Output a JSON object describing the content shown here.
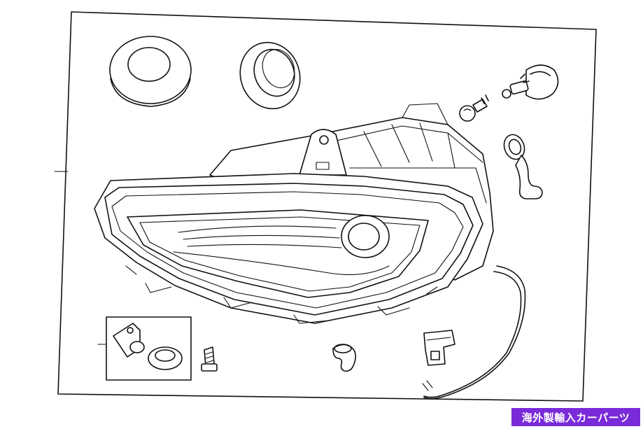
{
  "watermark": {
    "text": "海外製輸入カーパーツ",
    "background": "#7a2bd9",
    "color": "#ffffff"
  },
  "diagram": {
    "line_color": "#111111",
    "background": "#ffffff",
    "parts": [
      "gasket-ring",
      "dust-cap",
      "marker-bulb",
      "xenon-bulb",
      "bulb-socket-connector",
      "headlamp-assembly",
      "wiring-harness",
      "mount-bracket-kit",
      "screw",
      "elbow-fitting",
      "retaining-clip"
    ]
  }
}
